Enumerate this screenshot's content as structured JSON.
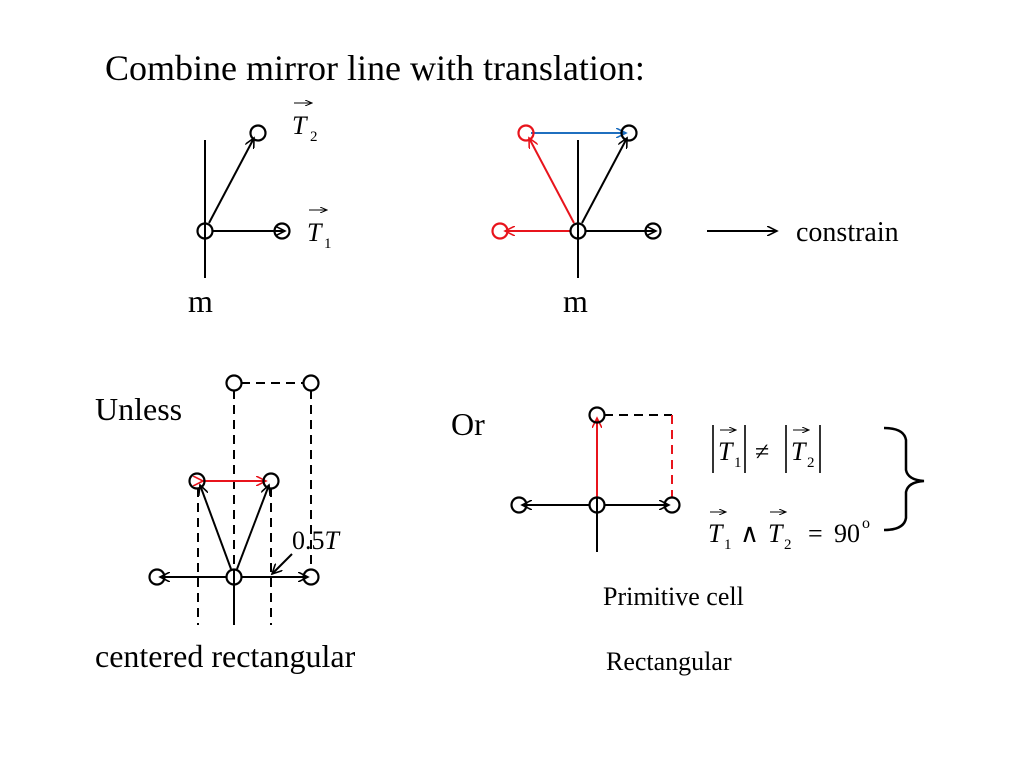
{
  "title": "Combine mirror line with translation:",
  "colors": {
    "black": "#000000",
    "red": "#e8141c",
    "blue": "#1f6fbf"
  },
  "panel1": {
    "mirror_label": "m",
    "t2_symbol": "T",
    "t2_sub": "2",
    "t1_symbol": "T",
    "t1_sub": "1"
  },
  "panel2": {
    "mirror_label": "m",
    "arrow_label": "constrain"
  },
  "panel3": {
    "unless_label": "Unless",
    "half_t_number": "0.5",
    "half_t_symbol": "T",
    "caption": "centered rectangular"
  },
  "panel4": {
    "or_label": "Or",
    "condition1": {
      "t1": "T",
      "s1": "1",
      "neq": "≠",
      "t2": "T",
      "s2": "2"
    },
    "condition2": {
      "t1": "T",
      "s1": "1",
      "wedge": "∧",
      "t2": "T",
      "s2": "2",
      "eq": "=",
      "value": "90",
      "degree": "o"
    },
    "caption1": "Primitive cell",
    "caption2": "Rectangular"
  }
}
